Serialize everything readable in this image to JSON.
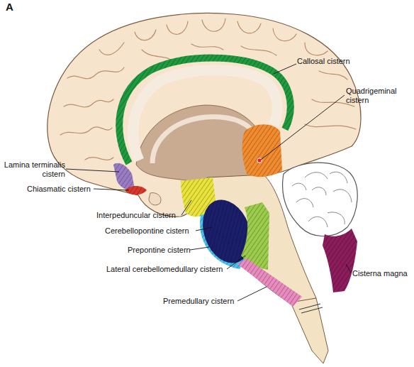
{
  "diagram": {
    "labels": [
      "A",
      "Callosal cistern",
      "Quadrigeminal cistern",
      "Lamina terminalis cistern",
      "Chiasmatic cistern",
      "Interpeduncular cistern",
      "Cerebellopontine cistern",
      "Prepontine cistern",
      "Lateral cerebellomedullary cistern",
      "Cisterna magna",
      "Premedullary cistern"
    ]
  }
}
